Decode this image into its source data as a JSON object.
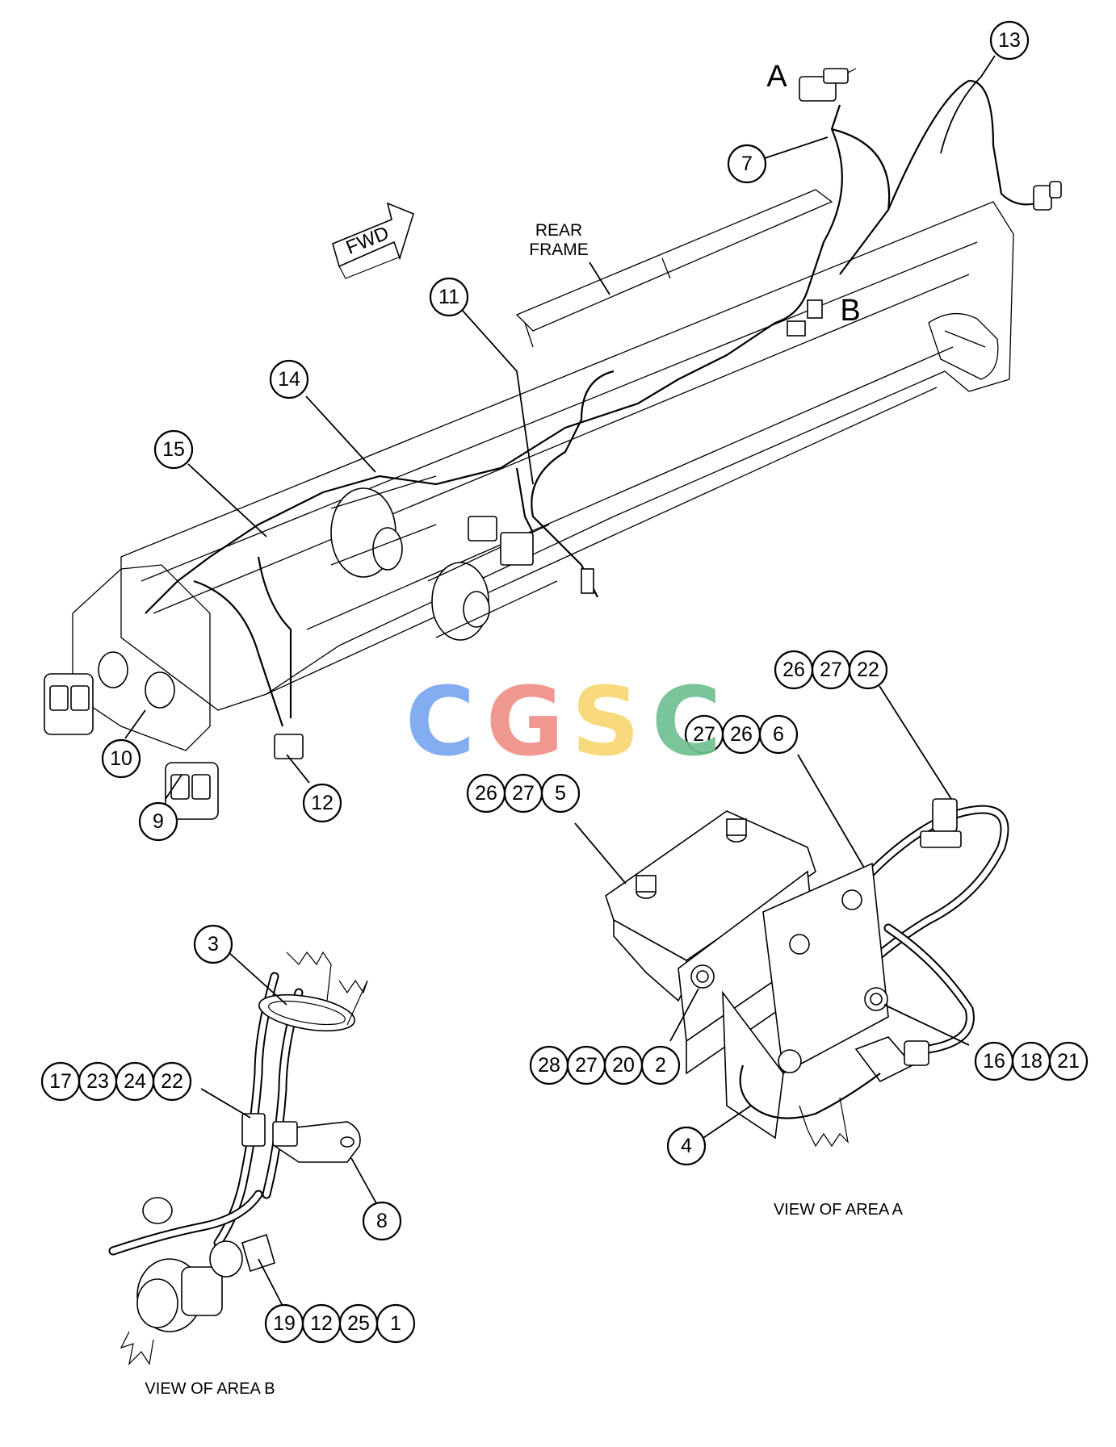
{
  "labels": {
    "area_a": "A",
    "area_b": "B",
    "rear_frame_line1": "REAR",
    "rear_frame_line2": "FRAME",
    "fwd": "FWD",
    "view_area_a": "VIEW OF AREA A",
    "view_area_b": "VIEW OF AREA B"
  },
  "watermark": {
    "letters": [
      "C",
      "G",
      "S",
      "C"
    ],
    "colors": [
      "#7aa6f0",
      "#ef8f86",
      "#f7d774",
      "#6fbf92"
    ]
  },
  "callouts": {
    "c13": "13",
    "c7": "7",
    "c11": "11",
    "c14": "14",
    "c15": "15",
    "c10": "10",
    "c9": "9",
    "c12_main": "12",
    "c26_a": "26",
    "c27_a": "27",
    "c22_a": "22",
    "c27_b": "27",
    "c26_b": "26",
    "c6": "6",
    "c26_c": "26",
    "c27_c": "27",
    "c5": "5",
    "c28": "28",
    "c27_d": "27",
    "c20": "20",
    "c2": "2",
    "c16": "16",
    "c18": "18",
    "c21": "21",
    "c4": "4",
    "c3": "3",
    "c17": "17",
    "c23": "23",
    "c24": "24",
    "c22_b": "22",
    "c8": "8",
    "c19": "19",
    "c12_b": "12",
    "c25": "25",
    "c1": "1"
  }
}
